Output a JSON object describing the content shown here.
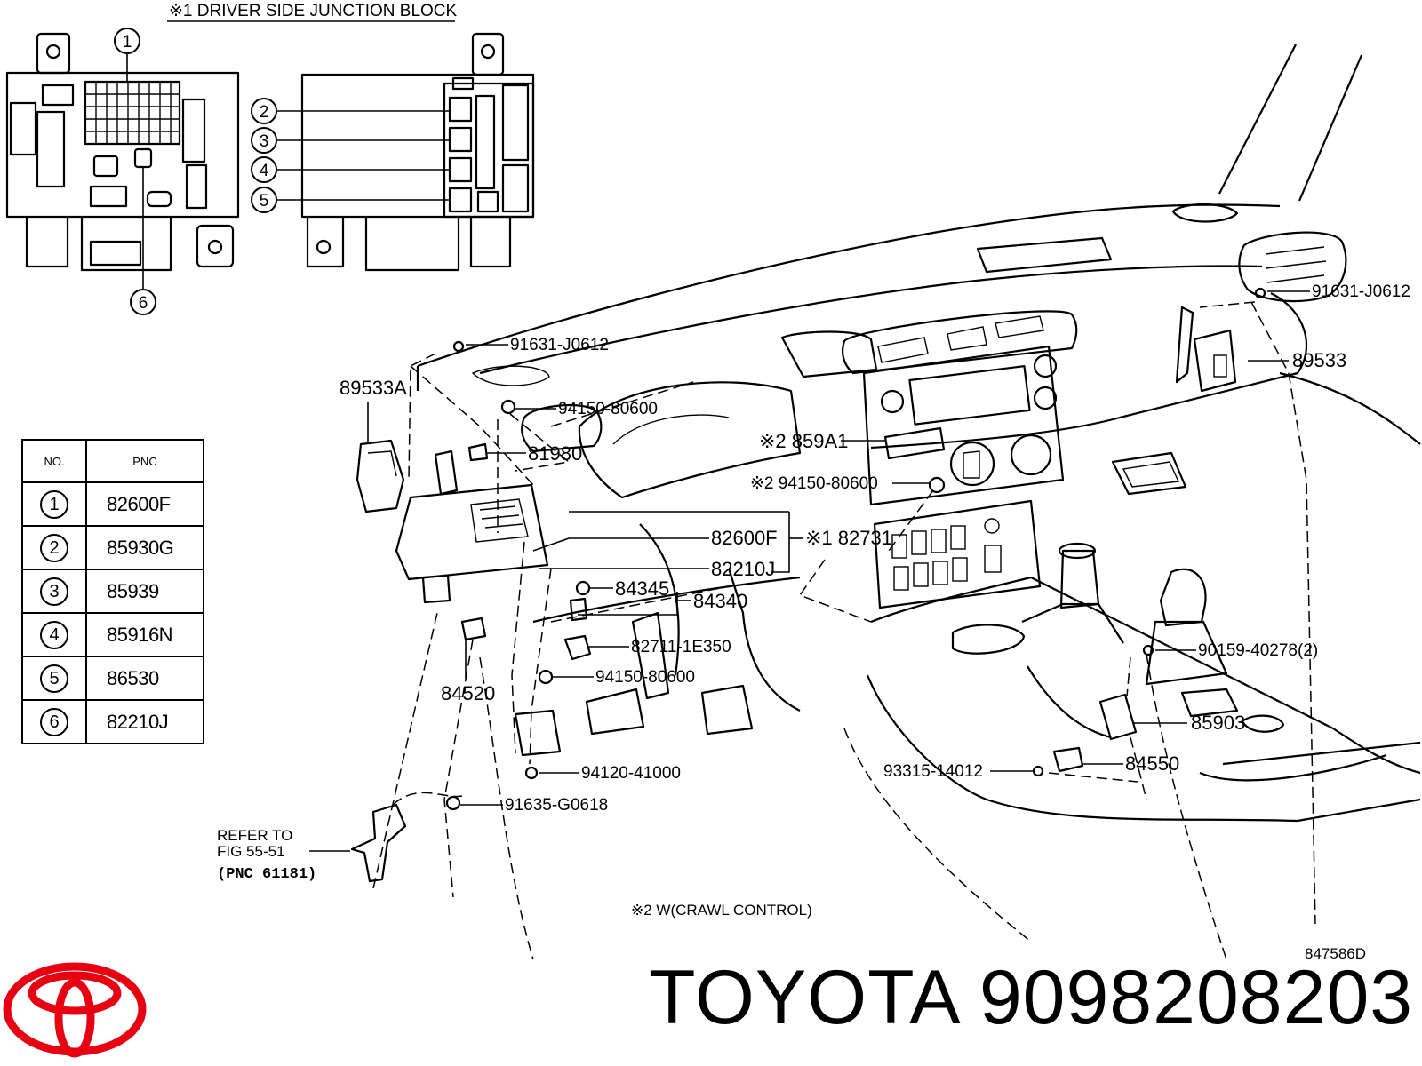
{
  "junction_block": {
    "title": "※1 DRIVER SIDE JUNCTION BLOCK",
    "callouts": [
      "1",
      "2",
      "3",
      "4",
      "5",
      "6"
    ]
  },
  "table": {
    "headers": [
      "NO.",
      "PNC"
    ],
    "rows": [
      {
        "no": "1",
        "pnc": "82600F"
      },
      {
        "no": "2",
        "pnc": "85930G"
      },
      {
        "no": "3",
        "pnc": "85939"
      },
      {
        "no": "4",
        "pnc": "85916N"
      },
      {
        "no": "5",
        "pnc": "86530"
      },
      {
        "no": "6",
        "pnc": "82210J"
      }
    ]
  },
  "labels": {
    "p91631_top": "91631-J0612",
    "p91631_left": "91631-J0612",
    "p89533A": "89533A",
    "p94150_a": "94150-80600",
    "p81980": "81980",
    "p859A1": "※2 859A1",
    "p94150_b": "※2 94150-80600",
    "p89533": "89533",
    "p82600F": "82600F",
    "p82731": "※1 82731",
    "p82210J": "82210J",
    "p84345": "84345",
    "p84340": "84340",
    "p82711": "82711-1E350",
    "p94150_c": "94150-80600",
    "p84520": "84520",
    "p90159": "90159-40278(2)",
    "p85903": "85903",
    "p93315": "93315-14012",
    "p84550": "84550",
    "p94120": "94120-41000",
    "p91635": "91635-G0618",
    "refer1": "REFER TO",
    "refer2": "FIG 55-51",
    "refer3": "(PNC 61181)",
    "crawl": "※2  W(CRAWL CONTROL)"
  },
  "footer": {
    "diagram_code": "847586D",
    "brand": "TOYOTA",
    "part_number": "9098208203",
    "logo_color": "#e60012"
  }
}
